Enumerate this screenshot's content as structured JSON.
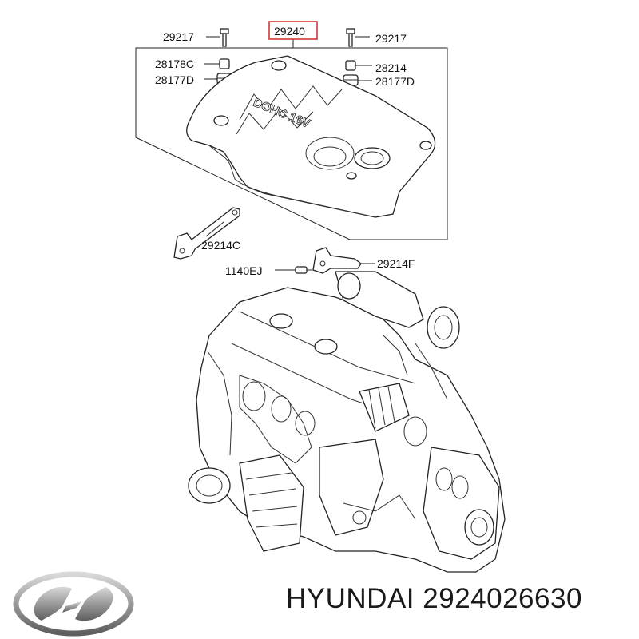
{
  "diagram": {
    "highlighted_part": "29240",
    "cover_embossing": "DOHC 16V",
    "callouts": {
      "p29217_left": "29217",
      "p29217_right": "29217",
      "p28178c": "28178C",
      "p28177d_left": "28177D",
      "p28214": "28214",
      "p28177d_right": "28177D",
      "p29214c": "29214C",
      "p29214f": "29214F",
      "p1140ej": "1140EJ"
    }
  },
  "footer": {
    "brand": "HYUNDAI",
    "part_number": "2924026630"
  },
  "colors": {
    "highlight_box": "#d23a3a",
    "line_art": "#222222",
    "logo_silver": "#9a9a9a"
  }
}
